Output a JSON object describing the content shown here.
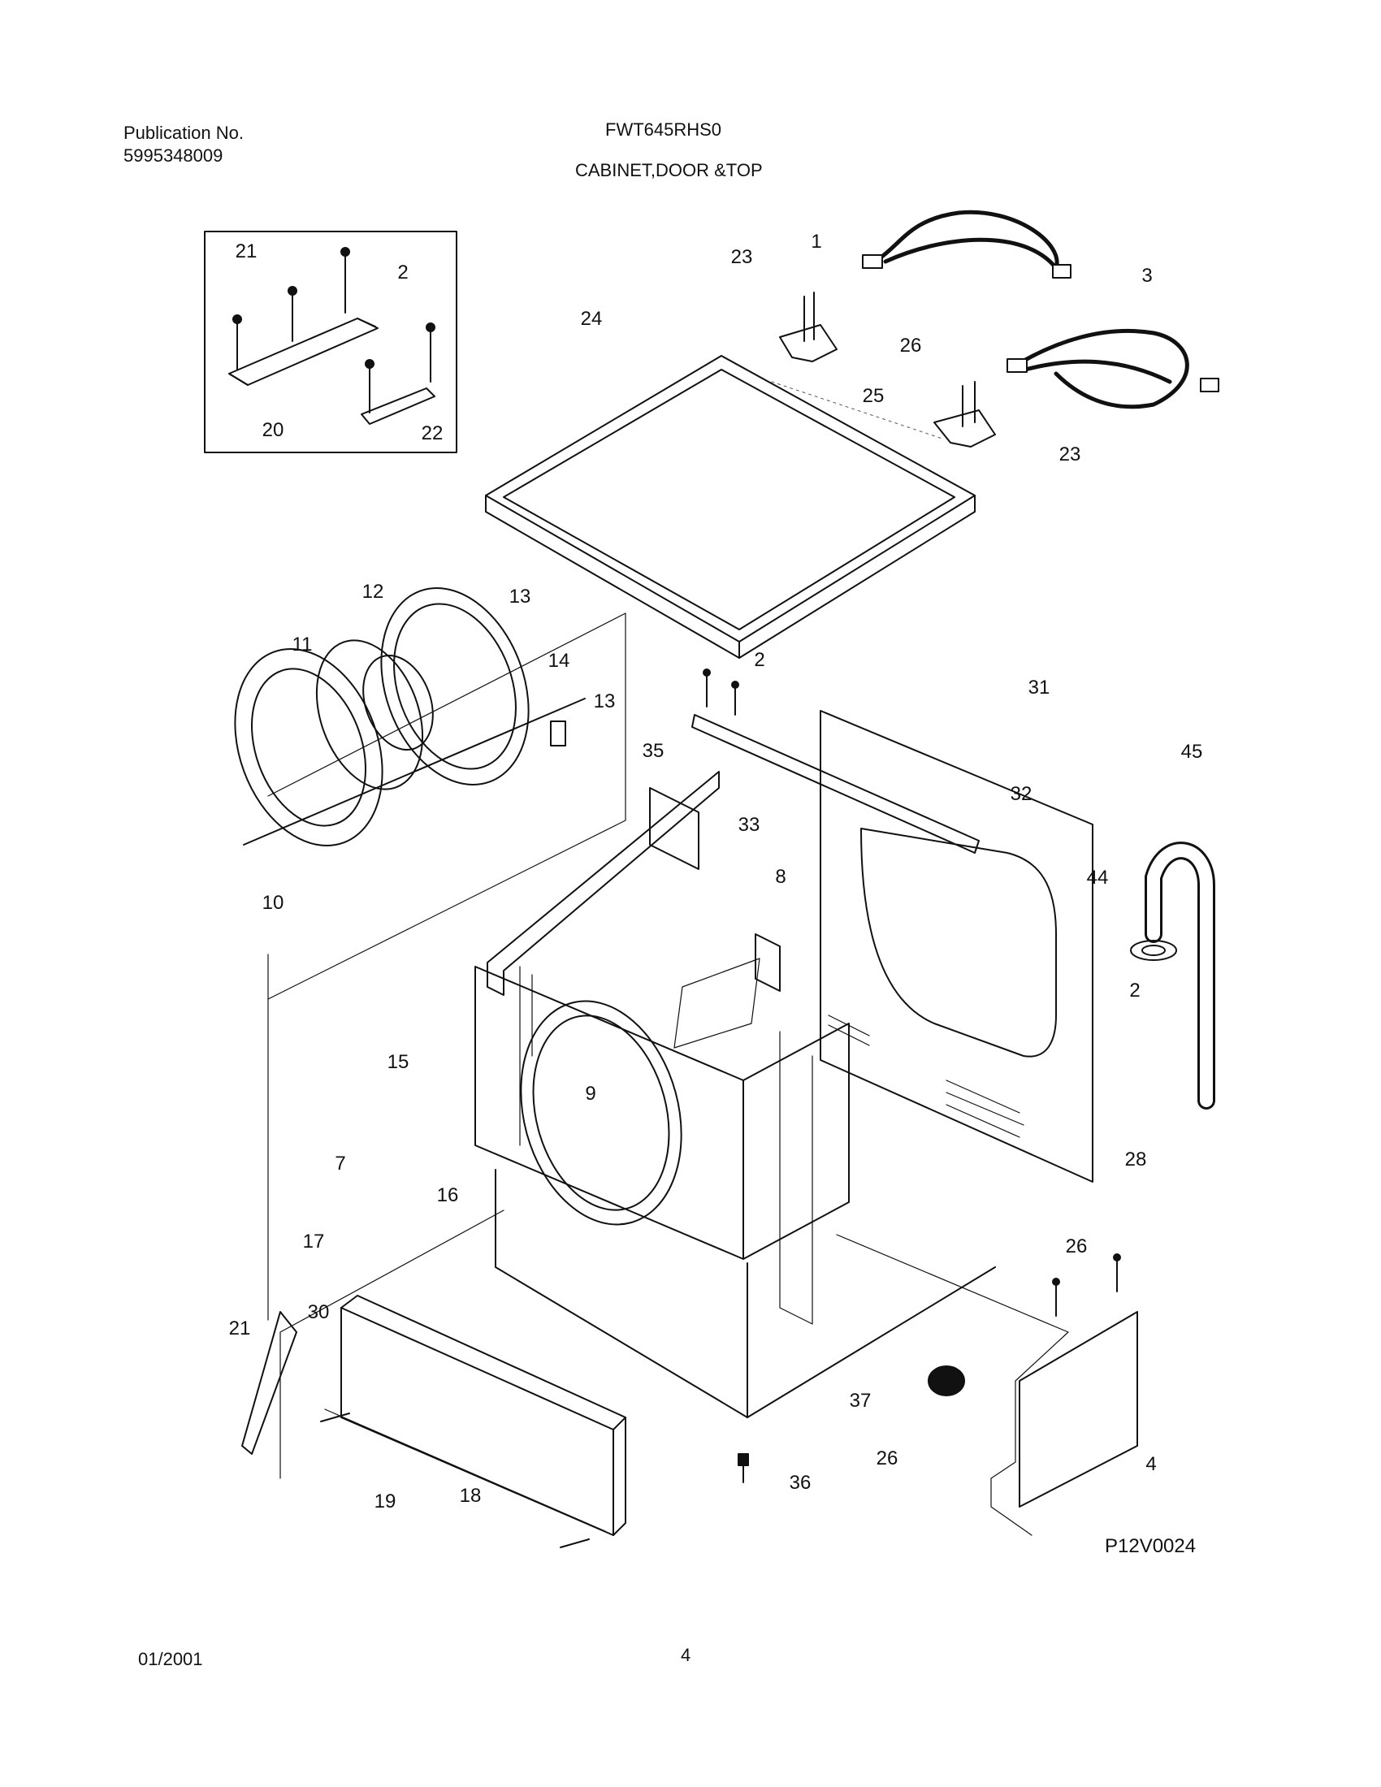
{
  "header": {
    "publication_label": "Publication No.",
    "publication_number": "5995348009",
    "model": "FWT645RHS0",
    "section_title": "CABINET,DOOR &TOP"
  },
  "callouts": {
    "c1": "1",
    "c2a": "2",
    "c2b": "2",
    "c2c": "2",
    "c3": "3",
    "c4": "4",
    "c7": "7",
    "c8": "8",
    "c9": "9",
    "c10": "10",
    "c11": "11",
    "c12": "12",
    "c13a": "13",
    "c13b": "13",
    "c14": "14",
    "c15": "15",
    "c16": "16",
    "c17": "17",
    "c18": "18",
    "c19": "19",
    "c20": "20",
    "c21a": "21",
    "c21b": "21",
    "c22": "22",
    "c23a": "23",
    "c23b": "23",
    "c24": "24",
    "c25": "25",
    "c26a": "26",
    "c26b": "26",
    "c26c": "26",
    "c28": "28",
    "c30": "30",
    "c31": "31",
    "c32": "32",
    "c33": "33",
    "c35": "35",
    "c36": "36",
    "c37": "37",
    "c44": "44",
    "c45": "45"
  },
  "diagram_code": "P12V0024",
  "footer": {
    "date": "01/2001",
    "page": "4"
  }
}
